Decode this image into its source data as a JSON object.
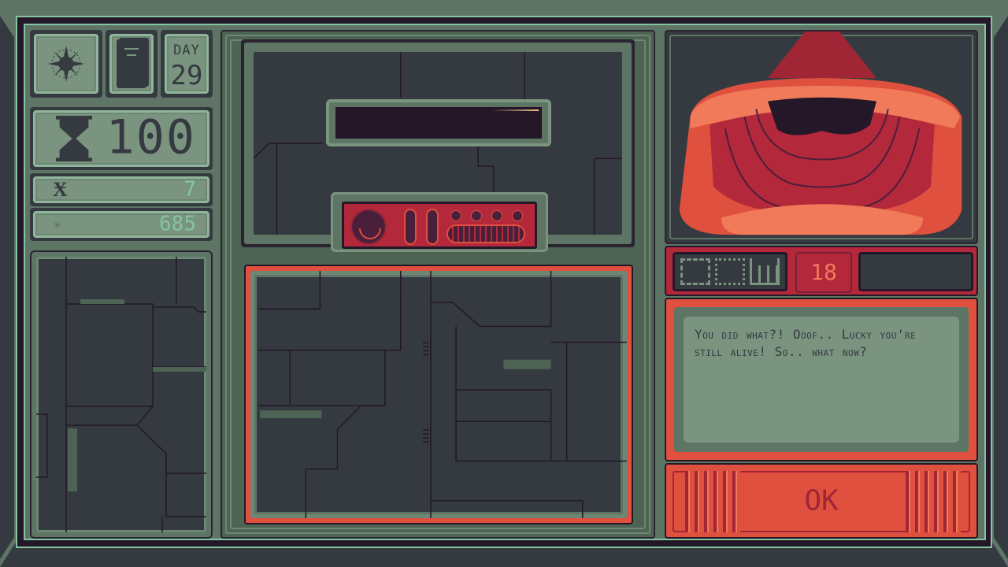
{
  "hud": {
    "compass_icon": "compass-icon",
    "journal_icon": "book-icon",
    "day_label": "DAY",
    "day_number": "29",
    "time_icon": "hourglass-icon",
    "time_value": "100",
    "currency_icon": "k-rune-icon",
    "currency_value": "7",
    "energy_icon": "starburst-icon",
    "energy_value": "685"
  },
  "status_row": {
    "glyph_icons": [
      "glyph-frame-icon",
      "glyph-grid-icon",
      "glyph-comb-icon"
    ],
    "counter": "18",
    "empty_slot": ""
  },
  "dialog": {
    "text": "You did what?! Ooof.. Lucky you're still alive! So.. what now?"
  },
  "ok_button": {
    "label": "OK"
  },
  "colors": {
    "lcd_green": "#7a9480",
    "frame_green": "#5e7566",
    "highlight_green": "#85c4a3",
    "panel_dark": "#353a40",
    "outline_dark": "#241728",
    "accent_red": "#e0503e",
    "deep_red": "#b3283a",
    "counter_text": "#f07a5a"
  }
}
